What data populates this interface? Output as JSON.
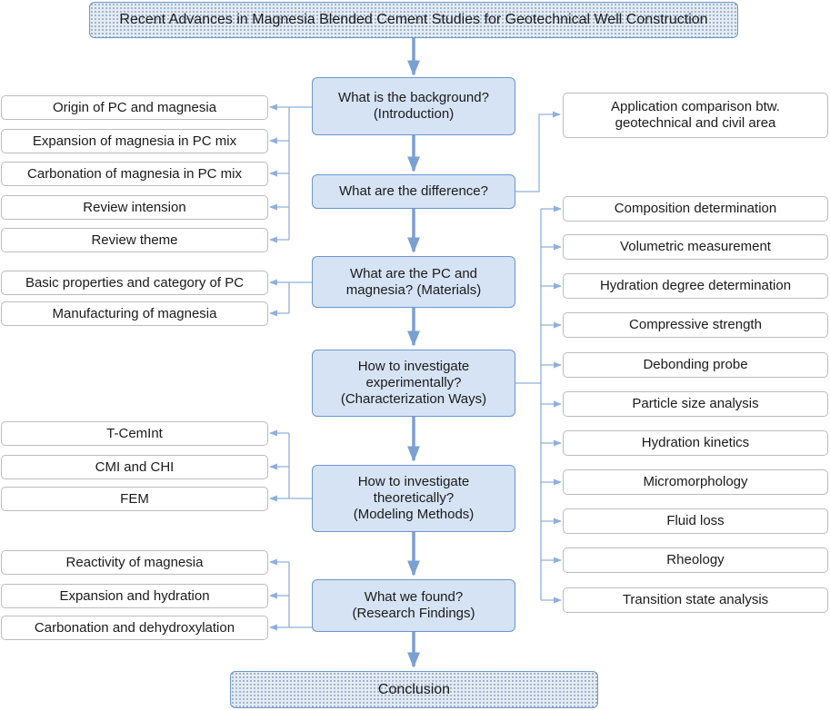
{
  "title": "Recent Advances in Magnesia Blended Cement Studies for Geotechnical Well Construction",
  "conclusion": "Conclusion",
  "steps": [
    {
      "line1": "What is the background?",
      "line2": "(Introduction)"
    },
    {
      "line1": "What are the difference?"
    },
    {
      "line1": "What are the PC and",
      "line2": "magnesia? (Materials)"
    },
    {
      "line1": "How to investigate",
      "line2": "experimentally?",
      "line3": "(Characterization Ways)"
    },
    {
      "line1": "How to investigate",
      "line2": "theoretically?",
      "line3": "(Modeling Methods)"
    },
    {
      "line1": "What we found?",
      "line2": "(Research Findings)"
    }
  ],
  "introduction_items": [
    "Origin of PC and magnesia",
    "Expansion of magnesia in PC mix",
    "Carbonation of magnesia in PC mix",
    "Review intension",
    "Review theme"
  ],
  "difference_item": {
    "line1": "Application comparison btw.",
    "line2": "geotechnical and civil area"
  },
  "materials_items": [
    "Basic properties and category of PC",
    "Manufacturing of magnesia"
  ],
  "characterization_items": [
    "Composition determination",
    "Volumetric measurement",
    "Hydration degree determination",
    "Compressive strength",
    "Debonding probe",
    "Particle size analysis",
    "Hydration kinetics",
    "Micromorphology",
    "Fluid loss",
    "Rheology",
    "Transition state analysis"
  ],
  "modeling_items": [
    "T-CemInt",
    "CMI and CHI",
    "FEM"
  ],
  "findings_items": [
    "Reactivity of magnesia",
    "Expansion and hydration",
    "Carbonation and dehydroxylation"
  ],
  "colors": {
    "arrow_main": "#7aa0d2",
    "connector": "#8fb0dc",
    "center_fill": "#d6e3f5",
    "border": "#6d95cc"
  }
}
